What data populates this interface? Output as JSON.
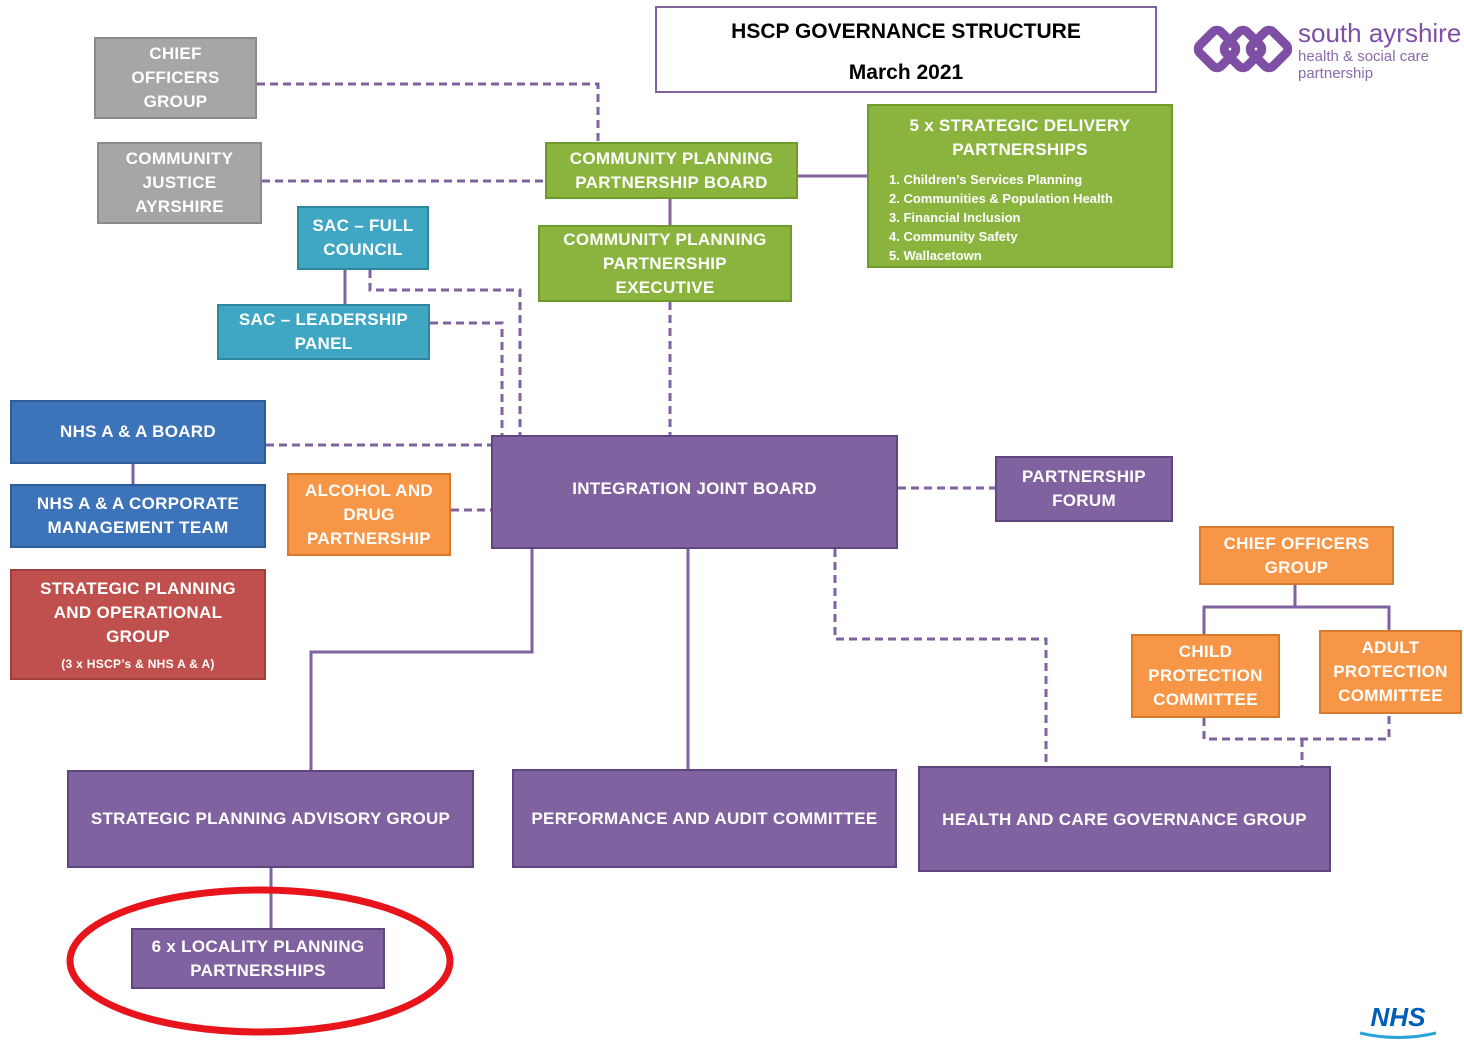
{
  "title": {
    "line1": "HSCP GOVERNANCE STRUCTURE",
    "line2": "March 2021"
  },
  "logo": {
    "line1": "south ayrshire",
    "line2": "health & social care",
    "line3": "partnership",
    "nhs": "NHS"
  },
  "colors": {
    "grey": "#a6a6a6",
    "green": "#8ab43e",
    "teal": "#3fa6c4",
    "blue": "#3d73b8",
    "red": "#c0504d",
    "orange": "#f79646",
    "purple": "#7f629f",
    "highlight": "#e8141b"
  },
  "boxes": {
    "chief_officers_group_grey": [
      "CHIEF",
      "OFFICERS",
      "GROUP"
    ],
    "community_justice": [
      "COMMUNITY",
      "JUSTICE",
      "AYRSHIRE"
    ],
    "cpp_board": [
      "COMMUNITY PLANNING",
      "PARTNERSHIP BOARD"
    ],
    "cpp_exec": [
      "COMMUNITY PLANNING",
      "PARTNERSHIP",
      "EXECUTIVE"
    ],
    "sdp": {
      "heading": [
        "5 x STRATEGIC DELIVERY",
        "PARTNERSHIPS"
      ],
      "items": [
        "1. Children’s Services Planning",
        "2. Communities & Population Health",
        "3. Financial Inclusion",
        "4. Community Safety",
        "5. Wallacetown"
      ]
    },
    "sac_full_council": [
      "SAC – FULL",
      "COUNCIL"
    ],
    "sac_leadership": [
      "SAC – LEADERSHIP",
      "PANEL"
    ],
    "nhs_board": [
      "NHS A & A BOARD"
    ],
    "nhs_cmt": [
      "NHS A & A CORPORATE",
      "MANAGEMENT TEAM"
    ],
    "spog": {
      "lines": [
        "STRATEGIC PLANNING",
        "AND OPERATIONAL",
        "GROUP"
      ],
      "note": "(3 x HSCP’s & NHS A & A)"
    },
    "adp": [
      "ALCOHOL AND",
      "DRUG",
      "PARTNERSHIP"
    ],
    "ijb": [
      "INTEGRATION JOINT BOARD"
    ],
    "partnership_forum": [
      "PARTNERSHIP",
      "FORUM"
    ],
    "chief_officers_group_orange": [
      "CHIEF OFFICERS",
      "GROUP"
    ],
    "child_protection": [
      "CHILD",
      "PROTECTION",
      "COMMITTEE"
    ],
    "adult_protection": [
      "ADULT",
      "PROTECTION",
      "COMMITTEE"
    ],
    "spag": [
      "STRATEGIC PLANNING ADVISORY GROUP"
    ],
    "pac": [
      "PERFORMANCE AND AUDIT COMMITTEE"
    ],
    "hcgg": [
      "HEALTH AND CARE GOVERNANCE GROUP"
    ],
    "lpp": [
      "6 x LOCALITY PLANNING",
      "PARTNERSHIPS"
    ]
  }
}
